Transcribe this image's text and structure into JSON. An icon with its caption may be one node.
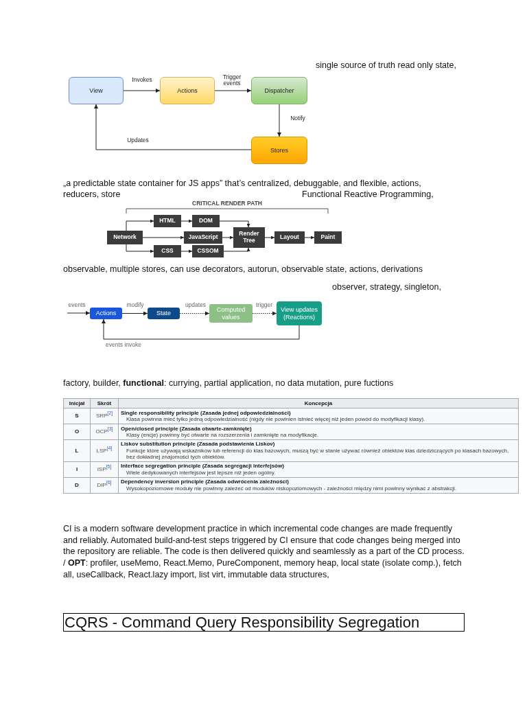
{
  "diagram": {
    "nodes": [
      {
        "text": [
          "View"
        ]
      },
      {
        "text": [
          "Actions"
        ]
      },
      {
        "text": [
          "Dispatcher"
        ]
      },
      {
        "text": [
          "Stores"
        ]
      },
      {
        "text": [
          "Network"
        ]
      },
      {
        "text": [
          "HTML"
        ]
      },
      {
        "text": [
          "DOM"
        ]
      },
      {
        "text": [
          "JavaScript"
        ]
      },
      {
        "text": [
          "CSS"
        ]
      },
      {
        "text": [
          "CSSOM"
        ]
      },
      {
        "text": [
          "Render Tree"
        ]
      },
      {
        "text": [
          "Layout"
        ]
      },
      {
        "text": [
          "Paint"
        ]
      },
      {
        "text": [
          "Actions"
        ]
      },
      {
        "text": [
          "State"
        ]
      },
      {
        "text": [
          "Computed values"
        ]
      },
      {
        "text": [
          "View updates (Reactions)"
        ]
      }
    ],
    "edges": [
      {
        "from": 0,
        "to": 1,
        "arrow": "to",
        "label": "Invokes"
      },
      {
        "from": 1,
        "to": 2,
        "arrow": "to",
        "label": "Trigger events"
      },
      {
        "from": 2,
        "to": 3,
        "arrow": "to",
        "label": "Notify"
      },
      {
        "from": 3,
        "to": 0,
        "arrow": "to",
        "label": "Updates"
      },
      {
        "from": 4,
        "to": 5,
        "arrow": "to"
      },
      {
        "from": 5,
        "to": 6,
        "arrow": "to"
      },
      {
        "from": 4,
        "to": 7,
        "arrow": "to"
      },
      {
        "from": 4,
        "to": 8,
        "arrow": "to"
      },
      {
        "from": 8,
        "to": 9,
        "arrow": "to"
      },
      {
        "from": 6,
        "to": 10,
        "arrow": "to"
      },
      {
        "from": 7,
        "to": 10,
        "arrow": "to"
      },
      {
        "from": 9,
        "to": 10,
        "arrow": "to"
      },
      {
        "from": 10,
        "to": 11,
        "arrow": "to"
      },
      {
        "from": 11,
        "to": 12,
        "arrow": "to"
      },
      {
        "from": null,
        "to": 13,
        "arrow": "to",
        "label": "events"
      },
      {
        "from": 13,
        "to": 14,
        "arrow": "to",
        "label": "modify"
      },
      {
        "from": 14,
        "to": 15,
        "arrow": "to",
        "label": "updates",
        "style": "dashed"
      },
      {
        "from": 15,
        "to": 16,
        "arrow": "to",
        "label": "trigger",
        "style": "dashed"
      },
      {
        "from": 16,
        "to": 13,
        "arrow": "to",
        "label": "events invoke"
      }
    ],
    "labels": [
      "single source of truth read only state,",
      "„a predictable state container for JS apps” that’s centralized, debuggable, and flexible, actions, reducers, store",
      "Functional Reactive Programming,",
      "CRITICAL RENDER PATH",
      "observable, multiple stores, can use decorators, autorun, observable state, actions, derivations",
      "observer, strategy, singleton,",
      "factory, builder, **functional**: currying, partial application, no data mutation, pure fuctions",
      "Inicjał",
      "Skrót",
      "Koncepcja",
      "S",
      "SRP$^{[2]}$",
      "Single responsibility principle (Zasada jednej odpowiedzialności)",
      "Klasa powinna mieć tylko jedną odpowiedzialność (nigdy nie powinien istnieć więcej niż jeden powód do modyfikacji klasy).",
      "O",
      "OCP$^{[3]}$",
      "Open/closed principle (Zasada otwarte-zamknięte)",
      "Klasy (encje) powinny być otwarte na rozszerzenia i zamknięte na modyfikacje.",
      "L",
      "LSP$^{[4]}$",
      "Liskov substitution principle (Zasada podstawienia Liskov)",
      "Funkcje które używają wskaźników lub referencji do klas bazowych, muszą być w stanie używać również obiektów klas dziedziczących po klasach bazowych, bez dokładnej znajomości tych obiektów.",
      "I",
      "ISP$^{[5]}$",
      "Interface segregation principle (Zasada segregacji interfejsów)",
      "Wiele dedykowanych interfejsów jest lepsze niż jeden ogólny.",
      "D",
      "DIP$^{[6]}$",
      "Dependency inversion principle (Zasada odwrócenia zależności)",
      "Wysokopoziomowe moduły nie powinny zależeć od modułów niskopoziomowych - zależności między nimi powinny wynikać z abstrakcji.",
      "CI is a modern software development practice in which incremental code changes are made frequently and reliably. Automated build-and-test steps triggered by CI ensure that code changes being merged into the repository are reliable. The code is then delivered quickly and seamlessly as a part of the CD process. / **OPT**: profiler, useMemo, React.Memo, PureComponent, memory heap, local state (isolate comp.), fetch all, useCallback, React.lazy import, list virt, immutable data structures,",
      "CQRS - Command Query Responsibility Segregation"
    ]
  }
}
